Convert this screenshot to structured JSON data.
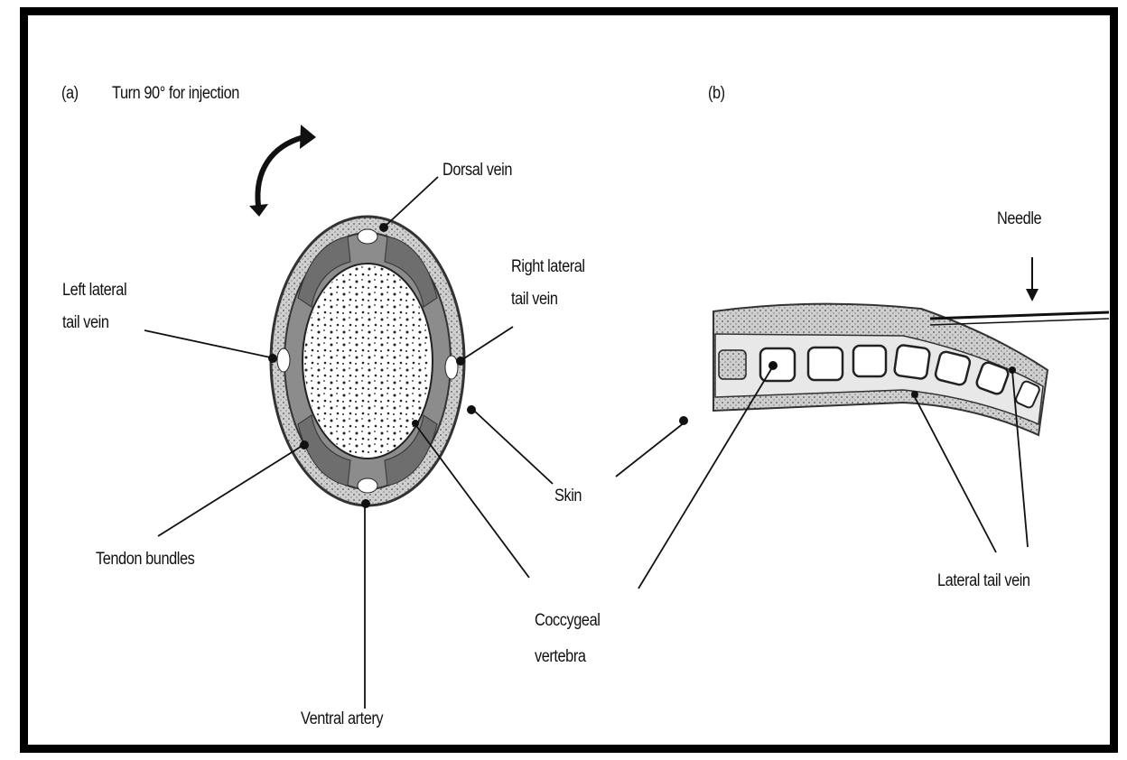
{
  "panel_a": {
    "label": "(a)",
    "instruction": "Turn 90° for injection"
  },
  "panel_b": {
    "label": "(b)"
  },
  "labels": {
    "dorsal_vein": "Dorsal vein",
    "left_lateral_line1": "Left lateral",
    "left_lateral_line2": "tail vein",
    "right_lateral_line1": "Right lateral",
    "right_lateral_line2": "tail vein",
    "tendon_bundles": "Tendon bundles",
    "ventral_artery": "Ventral artery",
    "skin": "Skin",
    "coccygeal_line1": "Coccygeal",
    "coccygeal_line2": "vertebra",
    "needle": "Needle",
    "lateral_tail_vein": "Lateral tail vein"
  },
  "colors": {
    "ink": "#111111",
    "ring_gray": "#8c8c8c",
    "tendon_gray": "#6e6e6e",
    "frame": "#000000"
  },
  "icons": [
    "rotate-arrow-icon",
    "needle-arrow-icon"
  ]
}
